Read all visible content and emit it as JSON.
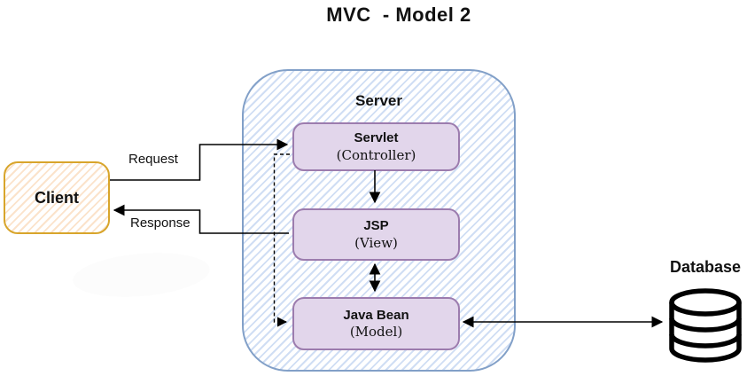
{
  "title": "MVC  - Model 2",
  "client": {
    "label": "Client"
  },
  "server": {
    "label": "Server",
    "components": [
      {
        "name": "Servlet",
        "role": "(Controller)"
      },
      {
        "name": "JSP",
        "role": "(View)"
      },
      {
        "name": "Java Bean",
        "role": "(Model)"
      }
    ]
  },
  "database": {
    "label": "Database",
    "icon": "database-cylinder-icon"
  },
  "flows": {
    "request_label": "Request",
    "response_label": "Response"
  },
  "colors": {
    "client_border": "#D8A52B",
    "client_hatch": "#FBE3CB",
    "server_border": "#82A0C8",
    "server_hatch": "#D0DEF4",
    "component_border": "#9C7CAE",
    "component_fill": "#E2D6EB",
    "arrow": "#000000",
    "text": "#111111"
  }
}
